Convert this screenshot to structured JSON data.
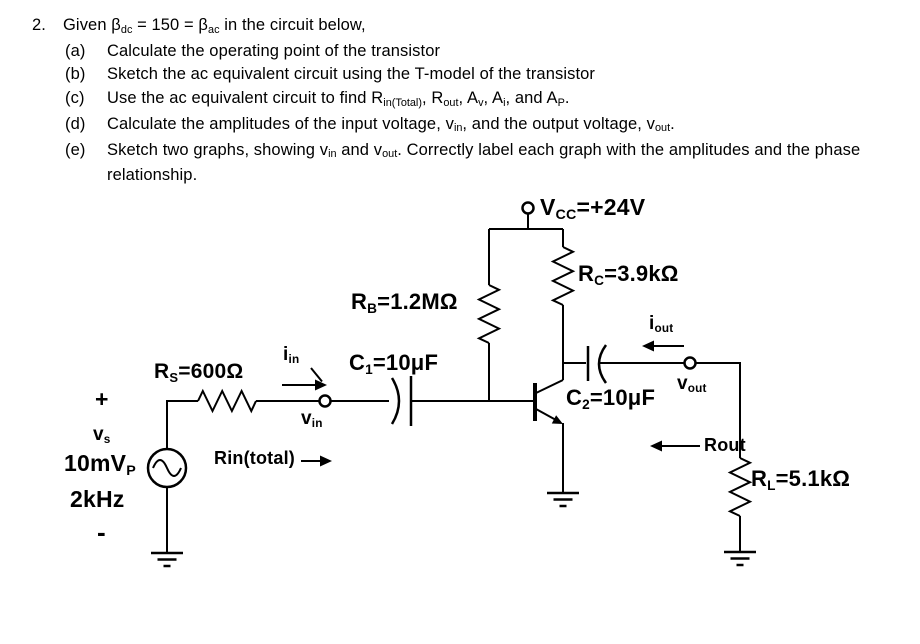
{
  "problem": {
    "number": "2.",
    "intro": [
      {
        "t": "Given β"
      },
      {
        "t": "dc",
        "sub": true
      },
      {
        "t": " = 150 = β"
      },
      {
        "t": "ac",
        "sub": true
      },
      {
        "t": " in the circuit below,"
      }
    ],
    "items": [
      {
        "label": "(a)",
        "segments": [
          {
            "t": "Calculate the operating point of the transistor"
          }
        ]
      },
      {
        "label": "(b)",
        "segments": [
          {
            "t": "Sketch the ac equivalent circuit using the T-model of the transistor"
          }
        ]
      },
      {
        "label": "(c)",
        "segments": [
          {
            "t": "Use the ac equivalent circuit to find R"
          },
          {
            "t": "in(Total)",
            "sub": true
          },
          {
            "t": ", R"
          },
          {
            "t": "out",
            "sub": true
          },
          {
            "t": ", A"
          },
          {
            "t": "v",
            "sub": true
          },
          {
            "t": ", A"
          },
          {
            "t": "i",
            "sub": true
          },
          {
            "t": ", and A"
          },
          {
            "t": "P",
            "sub": true
          },
          {
            "t": "."
          }
        ]
      },
      {
        "label": "(d)",
        "segments": [
          {
            "t": "Calculate the amplitudes of the input voltage, v"
          },
          {
            "t": "in",
            "sub": true
          },
          {
            "t": ", and the output voltage, v"
          },
          {
            "t": "out",
            "sub": true
          },
          {
            "t": "."
          }
        ]
      },
      {
        "label": "(e)",
        "segments": [
          {
            "t": "Sketch two graphs, showing v"
          },
          {
            "t": "in",
            "sub": true
          },
          {
            "t": " and v"
          },
          {
            "t": "out",
            "sub": true
          },
          {
            "t": ". Correctly label each graph with the amplitudes and the phase relationship."
          }
        ]
      }
    ]
  },
  "circuit": {
    "vcc_label": [
      {
        "t": "V"
      },
      {
        "t": "CC",
        "sub": true
      },
      {
        "t": "=+24V"
      }
    ],
    "rc_label": [
      {
        "t": "R"
      },
      {
        "t": "C",
        "sub": true
      },
      {
        "t": "=3.9kΩ"
      }
    ],
    "rb_label": [
      {
        "t": "R"
      },
      {
        "t": "B",
        "sub": true
      },
      {
        "t": "=1.2MΩ"
      }
    ],
    "rs_label": [
      {
        "t": "R"
      },
      {
        "t": "S",
        "sub": true
      },
      {
        "t": "=600Ω"
      }
    ],
    "rl_label": [
      {
        "t": "R"
      },
      {
        "t": "L",
        "sub": true
      },
      {
        "t": "=5.1kΩ"
      }
    ],
    "c1_label": [
      {
        "t": "C"
      },
      {
        "t": "1",
        "sub": true
      },
      {
        "t": "=10μF"
      }
    ],
    "c2_label": [
      {
        "t": "C"
      },
      {
        "t": "2",
        "sub": true
      },
      {
        "t": "=10μF"
      }
    ],
    "iin_label": [
      {
        "t": "i"
      },
      {
        "t": "in",
        "sub": true
      }
    ],
    "iout_label": [
      {
        "t": "i"
      },
      {
        "t": "out",
        "sub": true
      }
    ],
    "vin_label": [
      {
        "t": "v"
      },
      {
        "t": "in",
        "sub": true
      }
    ],
    "vout_label": [
      {
        "t": "v"
      },
      {
        "t": "out",
        "sub": true
      }
    ],
    "vs_label": [
      {
        "t": "v"
      },
      {
        "t": "s",
        "sub": true
      }
    ],
    "source_plus": "+",
    "source_minus": "-",
    "source_amplitude": [
      {
        "t": "10mV"
      },
      {
        "t": "P",
        "sub": true
      }
    ],
    "source_freq": "2kHz",
    "rin_total_label": "Rin(total)",
    "rout_label": "Rout"
  },
  "colors": {
    "ink": "#000000",
    "paper": "#ffffff"
  }
}
